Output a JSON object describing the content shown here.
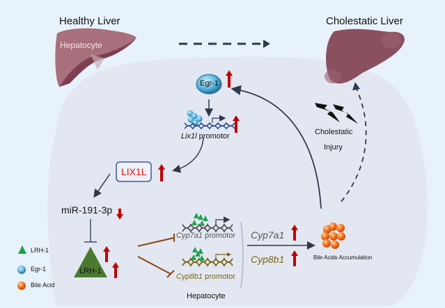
{
  "titles": {
    "healthy_liver": "Healthy Liver",
    "cholestatic_liver": "Cholestatic Liver",
    "hepatocyte_on_liver": "Hepatocyte",
    "hepatocyte_cell": "Hepatocyte"
  },
  "nodes": {
    "egr1": "Egr-1",
    "lix1l_promotor_gene": "Lix1l",
    "lix1l_promotor_suffix": " promotor",
    "lix1l": "LIX1L",
    "mir": "miR-191-3p",
    "lrh1": "LRH-1",
    "cyp7a1_promotor_gene": "Cyp7a1",
    "cyp8b1_promotor_gene": "Cyp8b1",
    "promotor_suffix": " promotor",
    "cyp7a1": "Cyp7a1",
    "cyp8b1": "Cyp8b1",
    "bile_acids": "Bile Acids Accumulation",
    "cholestatic_injury_line1": "Cholestatic",
    "cholestatic_injury_line2": "Injury"
  },
  "legend": [
    {
      "icon": "triangle",
      "label": "LRH-1",
      "color": "#1aa34a"
    },
    {
      "icon": "sphere",
      "label": "Egr-1",
      "color": "#5ab4dd"
    },
    {
      "icon": "sphere",
      "label": "Bile Acid",
      "color": "#f06a1a"
    }
  ],
  "colors": {
    "up_arrow": "#c00000",
    "down_arrow": "#c00000",
    "lix1l_text": "#e01010",
    "cyp8b1": "#7a6415",
    "inhibit": "#8b4513",
    "liver": "#8b5060",
    "lrh1_fill": "#4a7a30"
  },
  "regulation": {
    "egr1": "up",
    "lix1l_promotor": "up",
    "lix1l": "up",
    "mir": "down",
    "lrh1": "up",
    "cyp7a1": "up",
    "cyp8b1": "up"
  }
}
